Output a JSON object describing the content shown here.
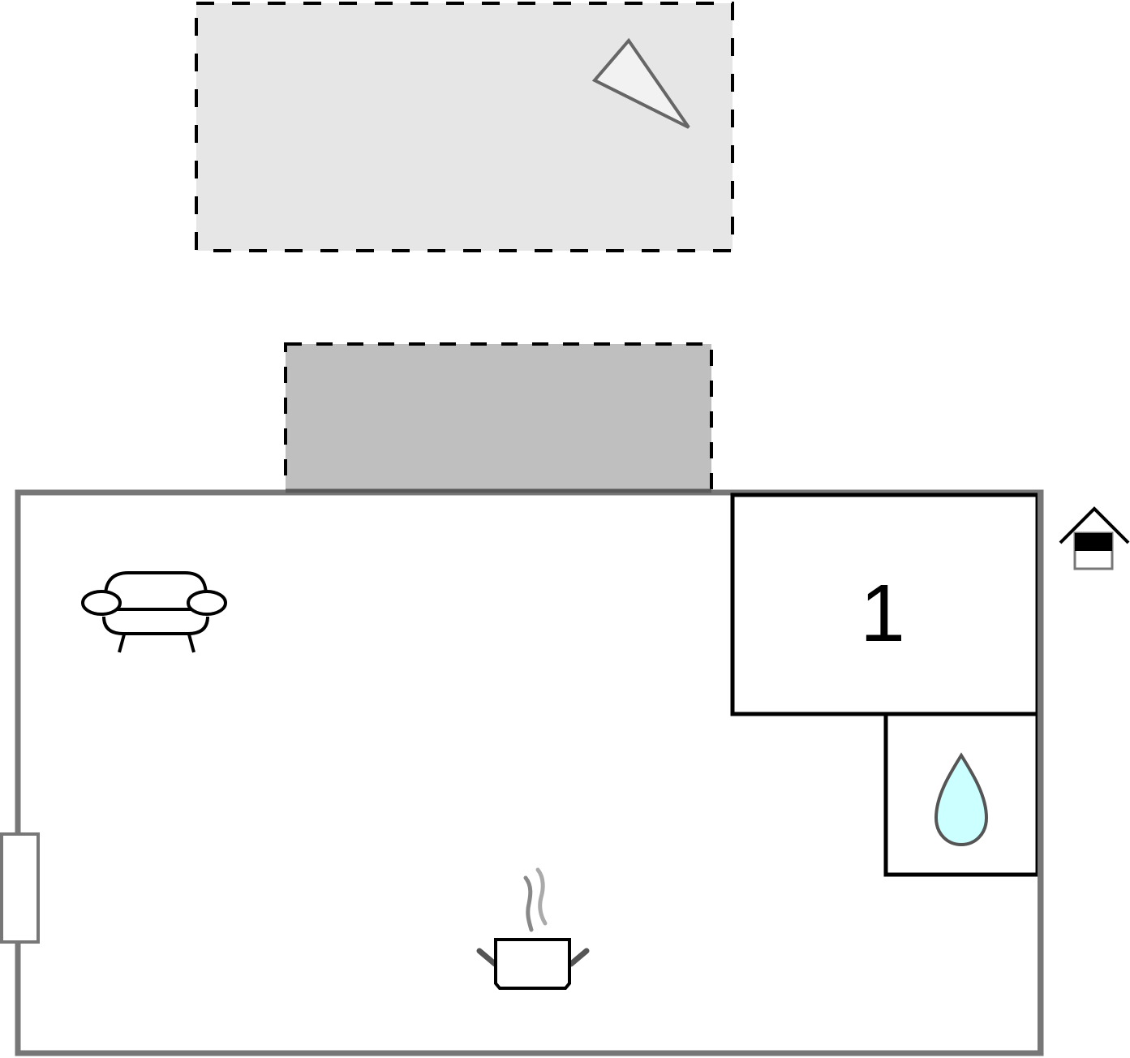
{
  "diagram": {
    "type": "floor-plan",
    "background": "#ffffff",
    "colors": {
      "wall": "#777777",
      "inner_wall": "#000000",
      "terrace_fill": "#e6e6e6",
      "covered_terrace_fill": "#bfbfbf",
      "water_fill": "#ccffff",
      "icon_stroke": "#000000",
      "compass_fill": "#f2f2f2",
      "compass_stroke": "#666666"
    },
    "areas": [
      {
        "id": "outdoor-terrace",
        "kind": "terrace",
        "border": "dashed"
      },
      {
        "id": "covered-terrace",
        "kind": "covered-terrace",
        "border": "dashed"
      },
      {
        "id": "main-room",
        "kind": "living-kitchen"
      },
      {
        "id": "bedroom-1",
        "kind": "bedroom",
        "label": "1"
      },
      {
        "id": "bathroom",
        "kind": "bathroom"
      }
    ],
    "rooms": {
      "bedroom_label": "1"
    },
    "icons": [
      {
        "name": "compass-north-arrow-icon",
        "area": "outdoor-terrace"
      },
      {
        "name": "sofa-icon",
        "area": "main-room"
      },
      {
        "name": "cooking-pot-icon",
        "area": "main-room"
      },
      {
        "name": "water-drop-icon",
        "area": "bathroom"
      },
      {
        "name": "house-entrance-icon",
        "area": "exterior"
      },
      {
        "name": "window-icon",
        "area": "main-room-west-wall"
      }
    ]
  }
}
